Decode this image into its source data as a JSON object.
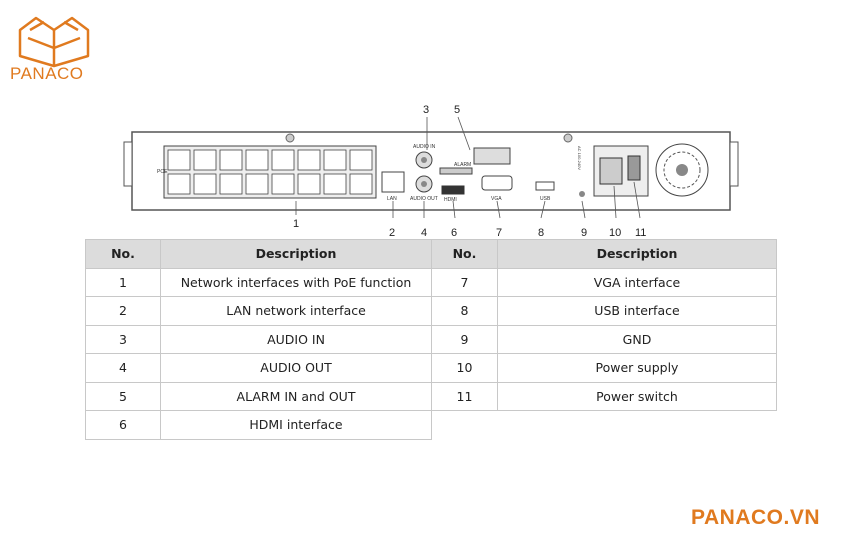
{
  "brand": {
    "logo_text": "PANACO",
    "footer_text": "PANACO.VN",
    "accent_color": "#e07a1f"
  },
  "device_panel": {
    "port_labels": {
      "poe": "POE",
      "lan": "LAN",
      "audio_in": "AUDIO IN",
      "audio_out": "AUDIO OUT",
      "alarm": "ALARM",
      "hdmi": "HDMI",
      "vga": "VGA",
      "usb": "USB",
      "power_rating": "AC 100-240V"
    },
    "callouts_top": [
      "3",
      "5"
    ],
    "callouts_bottom": [
      "1",
      "2",
      "4",
      "6",
      "7",
      "8",
      "9",
      "10",
      "11"
    ]
  },
  "table": {
    "headers": [
      "No.",
      "Description",
      "No.",
      "Description"
    ],
    "left_rows": [
      {
        "no": "1",
        "desc": "Network interfaces with PoE function"
      },
      {
        "no": "2",
        "desc": "LAN network interface"
      },
      {
        "no": "3",
        "desc": "AUDIO IN"
      },
      {
        "no": "4",
        "desc": "AUDIO OUT"
      },
      {
        "no": "5",
        "desc": "ALARM IN and OUT"
      },
      {
        "no": "6",
        "desc": "HDMI interface"
      }
    ],
    "right_rows": [
      {
        "no": "7",
        "desc": "VGA interface"
      },
      {
        "no": "8",
        "desc": "USB interface"
      },
      {
        "no": "9",
        "desc": "GND"
      },
      {
        "no": "10",
        "desc": "Power supply"
      },
      {
        "no": "11",
        "desc": "Power switch"
      }
    ]
  }
}
